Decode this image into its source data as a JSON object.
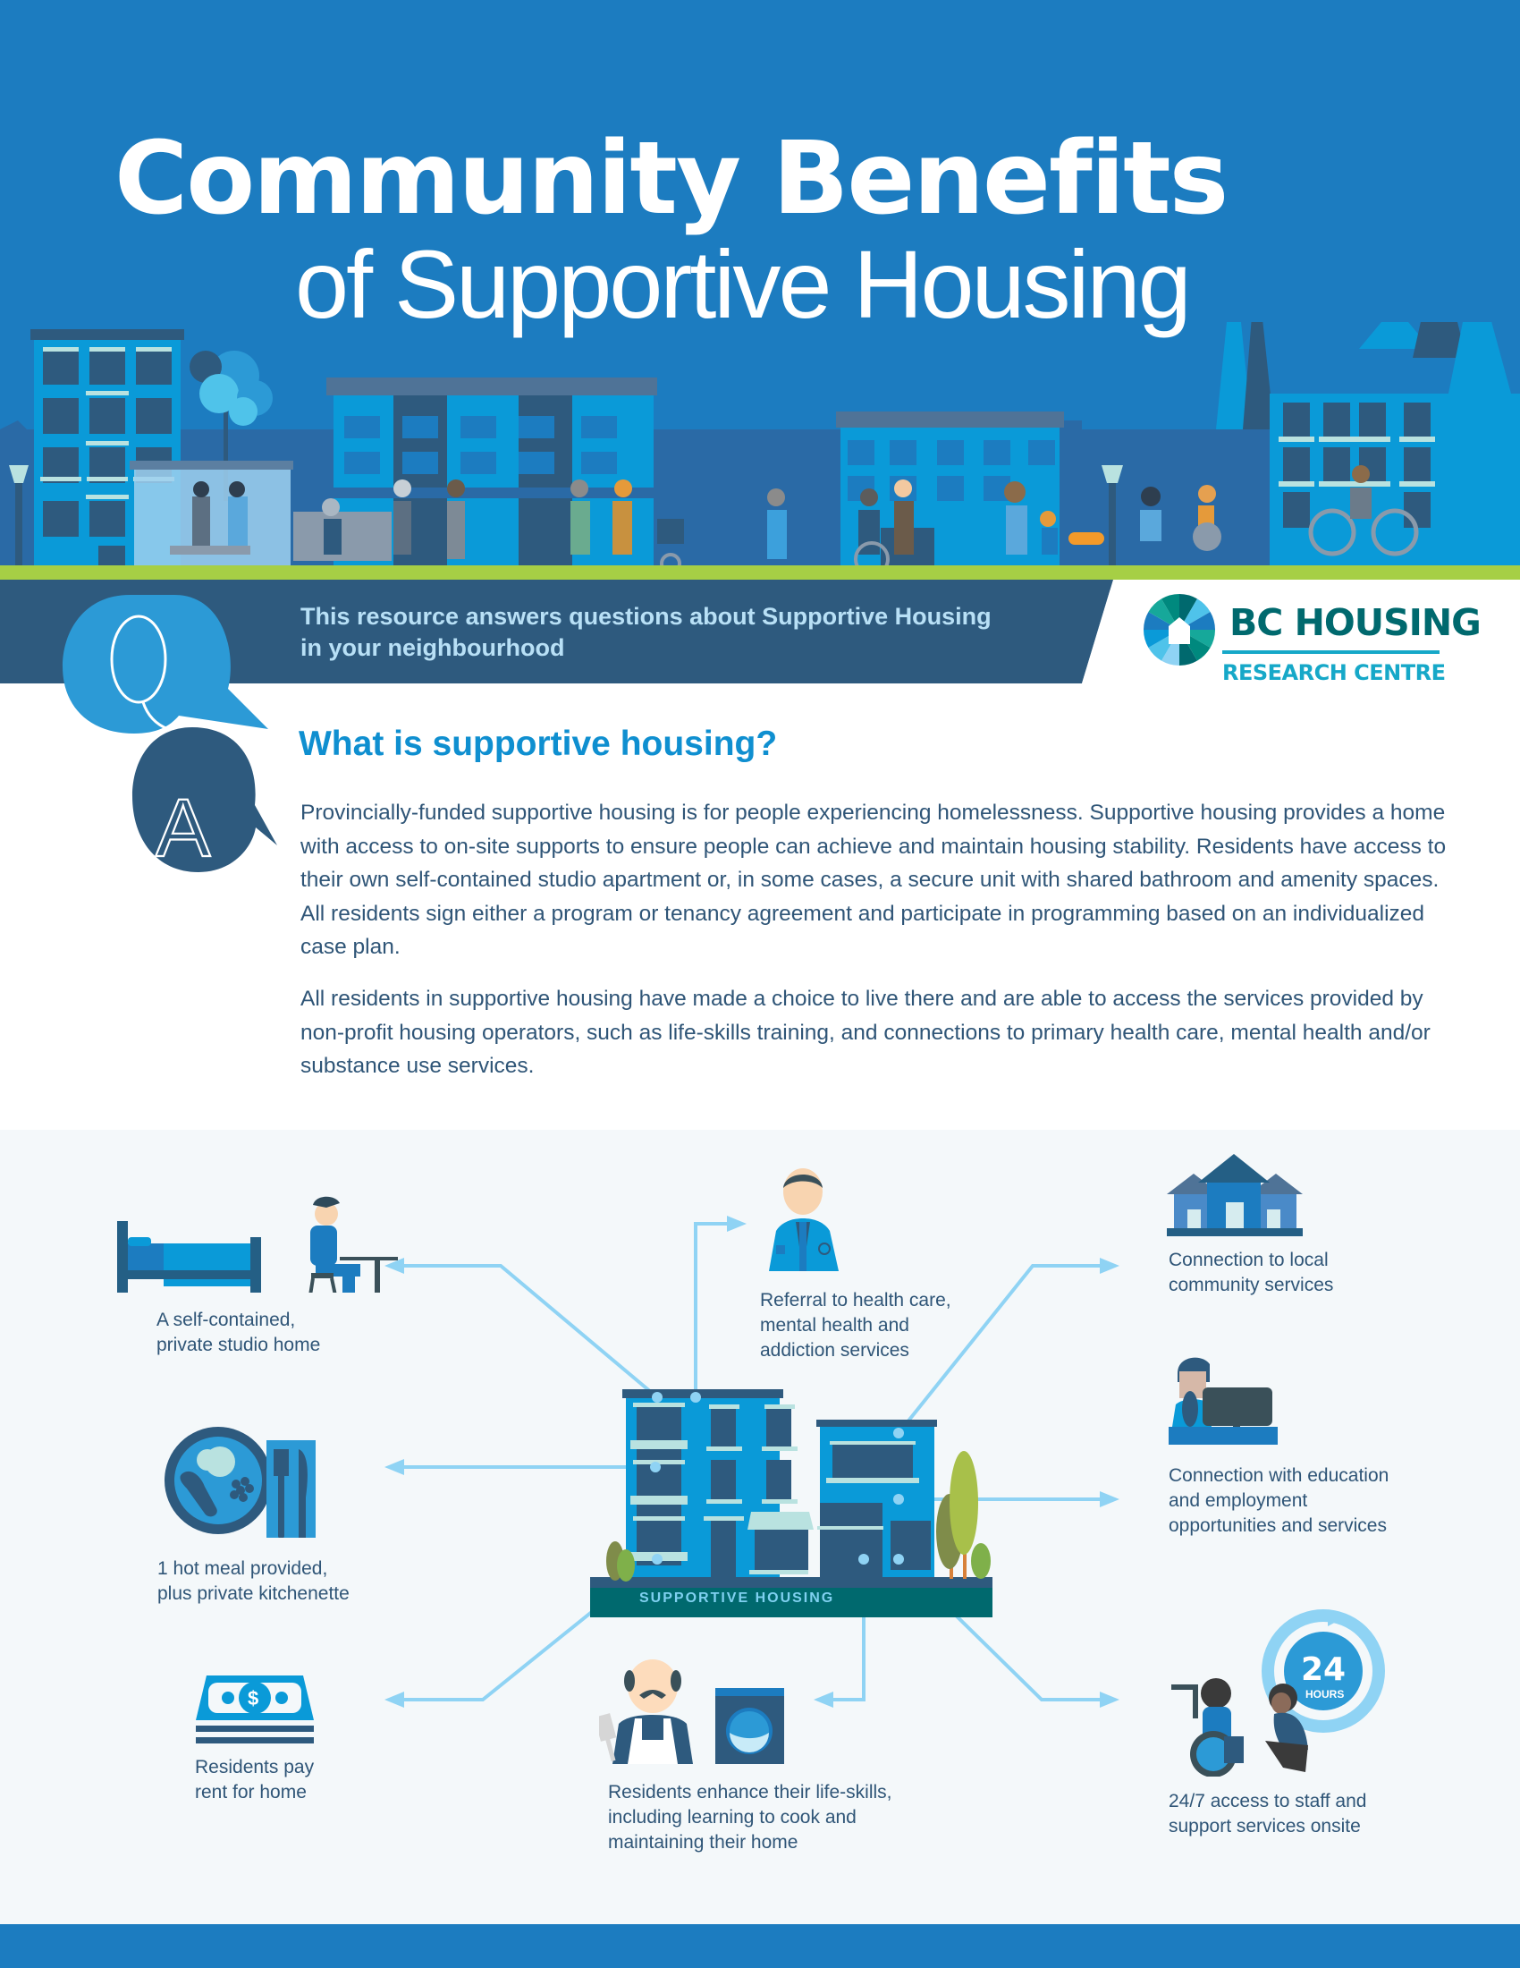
{
  "header": {
    "title_line1": "Community Benefits",
    "title_line2": "of Supportive Housing"
  },
  "banner": {
    "text_line1": "This resource answers questions about Supportive Housing",
    "text_line2": "in your neighbourhood"
  },
  "logo": {
    "name": "BC HOUSING",
    "subtitle": "RESEARCH CENTRE"
  },
  "qa_icon": {
    "q_letter": "Q",
    "a_letter": "A"
  },
  "section": {
    "heading": "What is supportive housing?",
    "paragraphs": [
      "Provincially-funded supportive housing is for people experiencing homelessness. Supportive housing provides a home with access to on-site supports to ensure people can achieve and maintain housing stability. Residents have access to their own self-contained studio apartment or, in some cases, a secure unit with shared bathroom and amenity spaces. All residents sign either a program or tenancy agreement and participate in programming based on an individualized case plan.",
      "All residents in supportive housing have made a choice to live there and are able to access the services provided by non-profit housing operators, such as  life-skills training, and connections to primary health care, mental health and/or substance use services."
    ]
  },
  "diagram": {
    "center_label": "SUPPORTIVE HOUSING",
    "benefits": [
      {
        "id": "studio",
        "icon": "bed-and-desk-icon",
        "line1": "A self-contained,",
        "line2": "private studio home"
      },
      {
        "id": "meal",
        "icon": "meal-plate-icon",
        "line1": "1 hot meal provided,",
        "line2": "plus private kitchenette"
      },
      {
        "id": "rent",
        "icon": "money-icon",
        "line1": "Residents pay",
        "line2": "rent for home"
      },
      {
        "id": "health",
        "icon": "doctor-icon",
        "line1": "Referral to health care,",
        "line2": "mental health and",
        "line3": "addiction services"
      },
      {
        "id": "lifeskills",
        "icon": "cook-and-washer-icon",
        "line1": "Residents enhance their life-skills,",
        "line2": "including learning to cook and",
        "line3": "maintaining their home"
      },
      {
        "id": "community",
        "icon": "houses-icon",
        "line1": "Connection to local",
        "line2": "community services"
      },
      {
        "id": "education",
        "icon": "computer-user-icon",
        "line1": "Connection with education",
        "line2": "and employment",
        "line3": "opportunities and services"
      },
      {
        "id": "staff",
        "icon": "24-hours-support-icon",
        "line1": "24/7 access to staff and",
        "line2": "support services onsite",
        "badge_number": "24",
        "badge_label": "HOURS"
      }
    ]
  },
  "colors": {
    "hero_blue": "#1c7cc0",
    "band_navy": "#2e5a7e",
    "heading_blue": "#0f8fd0",
    "body_text": "#2f5577",
    "connector": "#8fd3f4",
    "grass": "#a6cf45",
    "logo_teal": "#00696e",
    "logo_cyan": "#16a8c8",
    "light_bg": "#f4f8fa"
  }
}
